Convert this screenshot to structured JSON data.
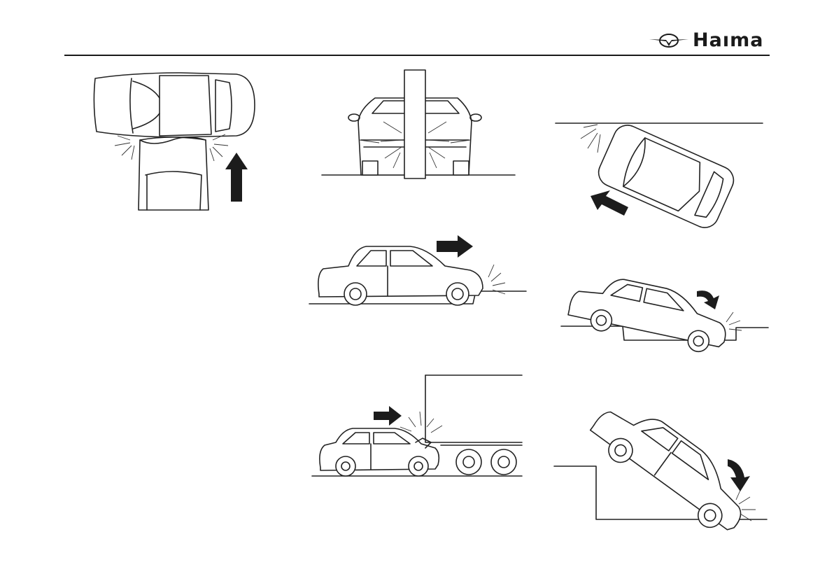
{
  "header": {
    "brand_text": "Haıma",
    "logo_icon": "haima-bird-emblem-icon",
    "rule_color": "#1a1a1a"
  },
  "illustrations": [
    {
      "name": "top-view-collision-illustration",
      "icon": "car-top-view-crash-icon"
    },
    {
      "name": "pole-collision-illustration",
      "icon": "car-pole-crash-icon"
    },
    {
      "name": "angled-wall-collision-illustration",
      "icon": "car-angle-wall-crash-icon"
    },
    {
      "name": "curb-collision-illustration",
      "icon": "car-curb-crash-icon"
    },
    {
      "name": "step-drop-collision-illustration",
      "icon": "car-step-drop-icon"
    },
    {
      "name": "truck-underride-illustration",
      "icon": "car-truck-underride-icon"
    },
    {
      "name": "ledge-drop-collision-illustration",
      "icon": "car-ledge-drop-icon"
    }
  ],
  "colors": {
    "ink": "#222222",
    "arrow": "#1c1c1c",
    "paper": "#ffffff"
  }
}
